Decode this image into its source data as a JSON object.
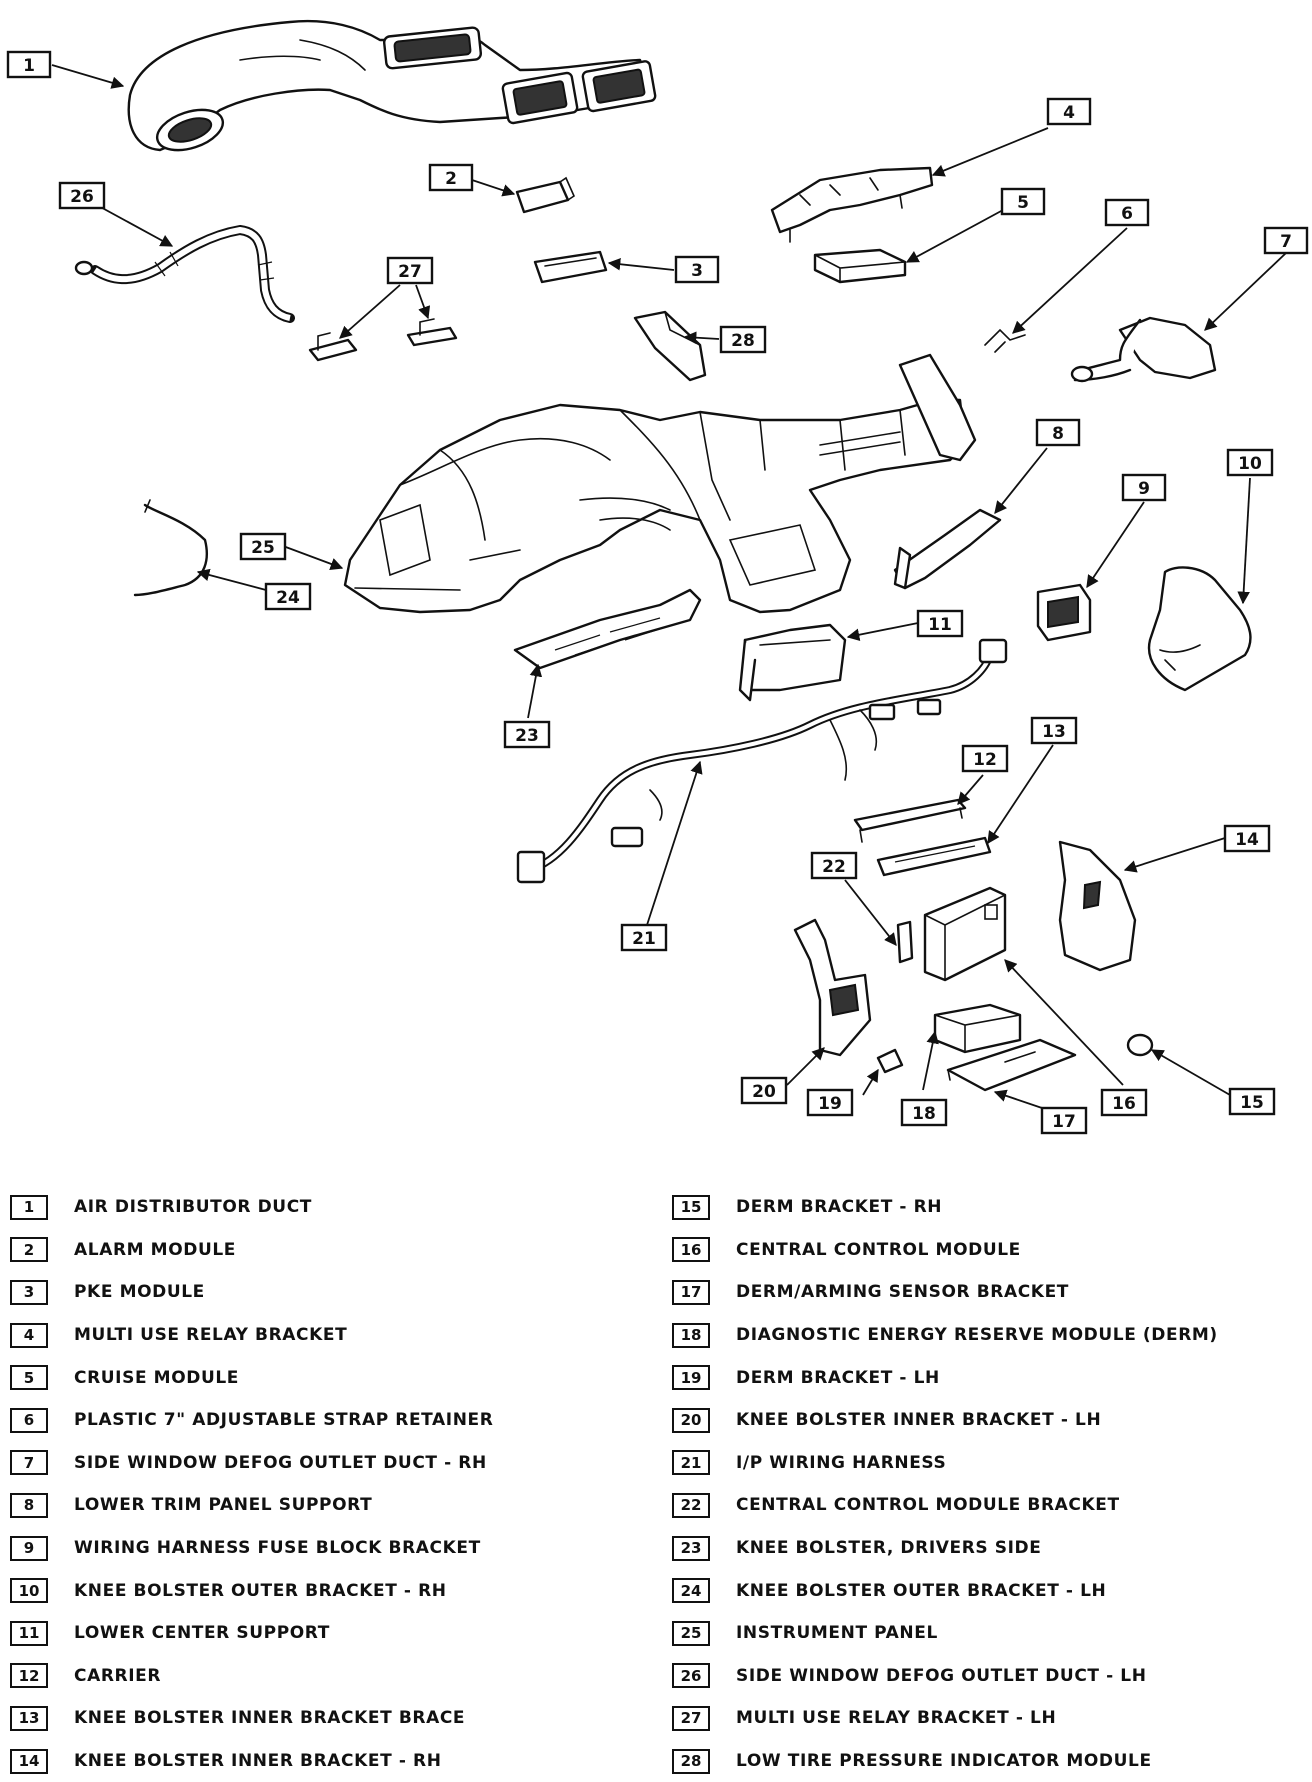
{
  "callouts": [
    {
      "id": "1",
      "label": "1"
    },
    {
      "id": "2",
      "label": "2"
    },
    {
      "id": "3",
      "label": "3"
    },
    {
      "id": "4",
      "label": "4"
    },
    {
      "id": "5",
      "label": "5"
    },
    {
      "id": "6",
      "label": "6"
    },
    {
      "id": "7",
      "label": "7"
    },
    {
      "id": "8",
      "label": "8"
    },
    {
      "id": "9",
      "label": "9"
    },
    {
      "id": "10",
      "label": "10"
    },
    {
      "id": "11",
      "label": "11"
    },
    {
      "id": "12",
      "label": "12"
    },
    {
      "id": "13",
      "label": "13"
    },
    {
      "id": "14",
      "label": "14"
    },
    {
      "id": "15",
      "label": "15"
    },
    {
      "id": "16",
      "label": "16"
    },
    {
      "id": "17",
      "label": "17"
    },
    {
      "id": "18",
      "label": "18"
    },
    {
      "id": "19",
      "label": "19"
    },
    {
      "id": "20",
      "label": "20"
    },
    {
      "id": "21",
      "label": "21"
    },
    {
      "id": "22",
      "label": "22"
    },
    {
      "id": "23",
      "label": "23"
    },
    {
      "id": "24",
      "label": "24"
    },
    {
      "id": "25",
      "label": "25"
    },
    {
      "id": "26",
      "label": "26"
    },
    {
      "id": "27",
      "label": "27"
    },
    {
      "id": "28",
      "label": "28"
    }
  ],
  "legend": [
    {
      "num": "1",
      "text": "AIR DISTRIBUTOR DUCT"
    },
    {
      "num": "2",
      "text": "ALARM MODULE"
    },
    {
      "num": "3",
      "text": "PKE MODULE"
    },
    {
      "num": "4",
      "text": "MULTI USE RELAY BRACKET"
    },
    {
      "num": "5",
      "text": "CRUISE MODULE"
    },
    {
      "num": "6",
      "text": "PLASTIC 7\" ADJUSTABLE STRAP RETAINER"
    },
    {
      "num": "7",
      "text": "SIDE WINDOW DEFOG OUTLET DUCT - RH"
    },
    {
      "num": "8",
      "text": "LOWER TRIM PANEL SUPPORT"
    },
    {
      "num": "9",
      "text": "WIRING HARNESS FUSE BLOCK BRACKET"
    },
    {
      "num": "10",
      "text": "KNEE BOLSTER OUTER BRACKET - RH"
    },
    {
      "num": "11",
      "text": "LOWER CENTER SUPPORT"
    },
    {
      "num": "12",
      "text": "CARRIER"
    },
    {
      "num": "13",
      "text": "KNEE BOLSTER INNER BRACKET BRACE"
    },
    {
      "num": "14",
      "text": "KNEE BOLSTER INNER BRACKET - RH"
    },
    {
      "num": "15",
      "text": "DERM BRACKET - RH"
    },
    {
      "num": "16",
      "text": "CENTRAL CONTROL MODULE"
    },
    {
      "num": "17",
      "text": "DERM/ARMING SENSOR BRACKET"
    },
    {
      "num": "18",
      "text": "DIAGNOSTIC ENERGY RESERVE MODULE (DERM)"
    },
    {
      "num": "19",
      "text": "DERM BRACKET - LH"
    },
    {
      "num": "20",
      "text": "KNEE BOLSTER INNER BRACKET - LH"
    },
    {
      "num": "21",
      "text": "I/P WIRING HARNESS"
    },
    {
      "num": "22",
      "text": "CENTRAL CONTROL MODULE BRACKET"
    },
    {
      "num": "23",
      "text": "KNEE BOLSTER, DRIVERS SIDE"
    },
    {
      "num": "24",
      "text": "KNEE BOLSTER OUTER BRACKET - LH"
    },
    {
      "num": "25",
      "text": "INSTRUMENT PANEL"
    },
    {
      "num": "26",
      "text": "SIDE WINDOW DEFOG OUTLET DUCT - LH"
    },
    {
      "num": "27",
      "text": "MULTI USE RELAY BRACKET - LH"
    },
    {
      "num": "28",
      "text": "LOW TIRE PRESSURE INDICATOR MODULE"
    }
  ]
}
